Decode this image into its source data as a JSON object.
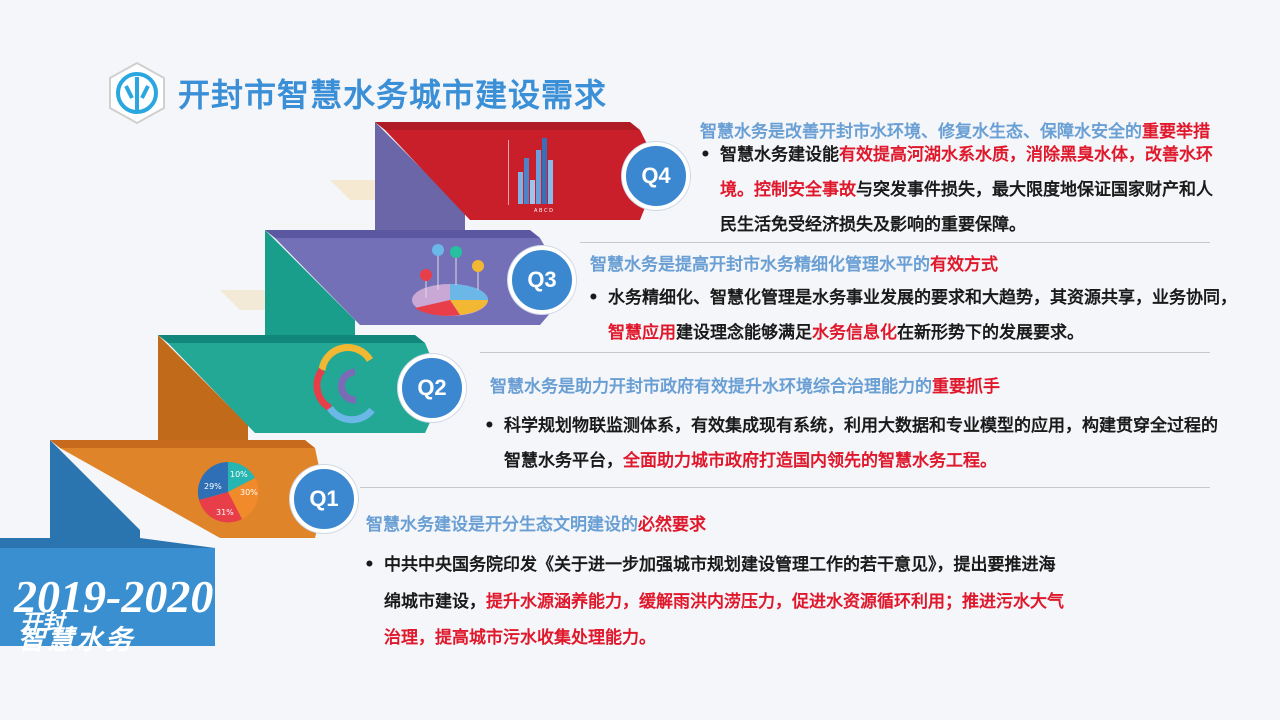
{
  "title": "开封市智慧水务城市建设需求",
  "year_badge": {
    "years": "2019-2020",
    "line1": "开封",
    "line2": "智慧水务"
  },
  "steps": [
    {
      "label": "Q4"
    },
    {
      "label": "Q3"
    },
    {
      "label": "Q2"
    },
    {
      "label": "Q1"
    }
  ],
  "pie_labels": [
    "10%",
    "30%",
    "31%",
    "29%"
  ],
  "bar_labels": [
    "A",
    "B",
    "C",
    "D"
  ],
  "sections": {
    "q4": {
      "heading": "智慧水务是改善开封市水环境、修复水生态、保障水安全的",
      "heading_em": "重要举措",
      "l1a": "智慧水务建设能",
      "l1b": "有效提高河湖水系水质，消除黑臭水体，改善水环",
      "l2a": "境。控制安全事故",
      "l2b": "与突发事件损失，最大限度地保证国家财产和人",
      "l3": "民生活免受经济损失及影响的重要保障。"
    },
    "q3": {
      "heading": "智慧水务是提高开封市水务精细化管理水平的",
      "heading_em": "有效方式",
      "l1": "水务精细化、智慧化管理是水务事业发展的要求和大趋势，其资源共享，业务协同，",
      "l2a": "智慧应用",
      "l2b": "建设理念能够满足",
      "l2c": "水务信息化",
      "l2d": "在新形势下的发展要求。"
    },
    "q2": {
      "heading": "智慧水务是助力开封市政府有效提升水环境综合治理能力的",
      "heading_em": "重要抓手",
      "l1": "科学规划物联监测体系，有效集成现有系统，利用大数据和专业模型的应用，构建贯穿全过程的",
      "l2a": "智慧水务平台，",
      "l2b": "全面助力城市政府打造国内领先的智慧水务工程。"
    },
    "q1": {
      "heading": "智慧水务建设是开分生态文明建设的",
      "heading_em": "必然要求",
      "l1": "中共中央国务院印发《关于进一步加强城市规划建设管理工作的若干意见》，提出要推进海",
      "l2a": "绵城市建设，",
      "l2b": "提升水源涵养能力，缓解雨洪内涝压力，促进水资源循环利用；推进污水大气",
      "l3": "治理，提高城市污水收集处理能力。"
    }
  },
  "colors": {
    "accent": "#3b87d0",
    "emphasis": "#e0182b",
    "heading": "#6a9fd4"
  }
}
